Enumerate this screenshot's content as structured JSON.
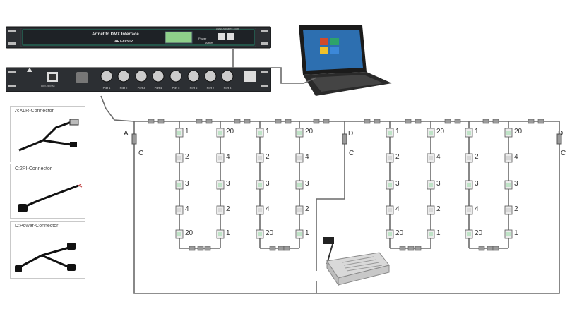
{
  "interface": {
    "title": "Artnet to DMX Interface",
    "model": "ART-8xS12",
    "url": "www.advatek.com",
    "port_labels": [
      "Port 1",
      "Port 2",
      "Port 3",
      "Port 4",
      "Port 5",
      "Port 6",
      "Port 7",
      "Port 8"
    ],
    "power_label": "100V-240V AC",
    "small_labels": [
      "Power",
      "Artnet"
    ]
  },
  "connectors": [
    {
      "label": "A:XLR-Connector"
    },
    {
      "label": "C:2PI-Connector"
    },
    {
      "label": "D:Power-Connector"
    }
  ],
  "joint_labels": {
    "a": "A",
    "c": "C",
    "d": "D"
  },
  "chains": [
    {
      "numbers": [
        "1",
        "2",
        "3",
        "4",
        "20"
      ]
    },
    {
      "numbers": [
        "20",
        "4",
        "3",
        "2",
        "1"
      ]
    },
    {
      "numbers": [
        "1",
        "2",
        "3",
        "4",
        "20"
      ]
    },
    {
      "numbers": [
        "20",
        "4",
        "3",
        "2",
        "1"
      ]
    },
    {
      "numbers": [
        "1",
        "2",
        "3",
        "4",
        "20"
      ]
    },
    {
      "numbers": [
        "20",
        "4",
        "3",
        "2",
        "1"
      ]
    },
    {
      "numbers": [
        "1",
        "2",
        "3",
        "4",
        "20"
      ]
    },
    {
      "numbers": [
        "20",
        "4",
        "3",
        "2",
        "1"
      ]
    }
  ],
  "colors": {
    "line": "#6a6a6a",
    "device": "#9a9a9a",
    "dark": "#1f1f1f",
    "accent": "#3aa45a",
    "psu": "#c9c9c9"
  }
}
